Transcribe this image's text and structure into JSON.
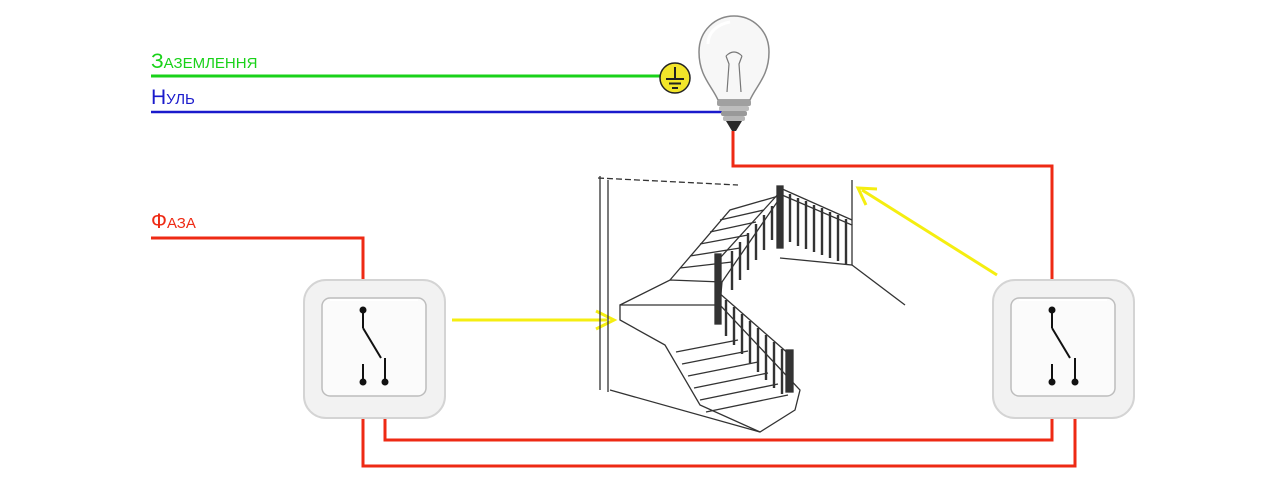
{
  "labels": {
    "ground": "Заземлення",
    "neutral": "Нуль",
    "phase": "Фаза"
  },
  "colors": {
    "ground": "#19d219",
    "neutral": "#1a1acc",
    "phase": "#ee2a14",
    "arrow": "#f5ee10",
    "ground_symbol": "#f2e52a",
    "switch_frame": "#e6e6e6",
    "sketch_line": "#333333"
  },
  "icons": {
    "lamp": "incandescent-bulb-icon",
    "ground_symbol": "ground-icon",
    "switch_left": "two-way-switch",
    "switch_right": "two-way-switch",
    "staircase": "staircase-sketch"
  }
}
